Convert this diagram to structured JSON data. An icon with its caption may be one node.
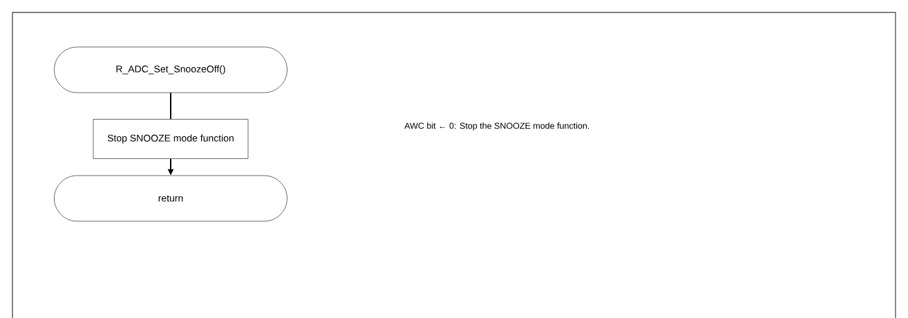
{
  "diagram": {
    "nodes": [
      {
        "text": [
          "R_ADC_Set_SnoozeOff()"
        ]
      },
      {
        "text": [
          "Stop SNOOZE mode function"
        ]
      },
      {
        "text": [
          "return"
        ]
      }
    ],
    "edges": [
      {
        "from": 0,
        "to": 1,
        "arrow": "none"
      },
      {
        "from": 1,
        "to": 2,
        "arrow": "to"
      }
    ],
    "labels": [
      "AWC bit ← 0: Stop the SNOOZE mode function."
    ]
  }
}
